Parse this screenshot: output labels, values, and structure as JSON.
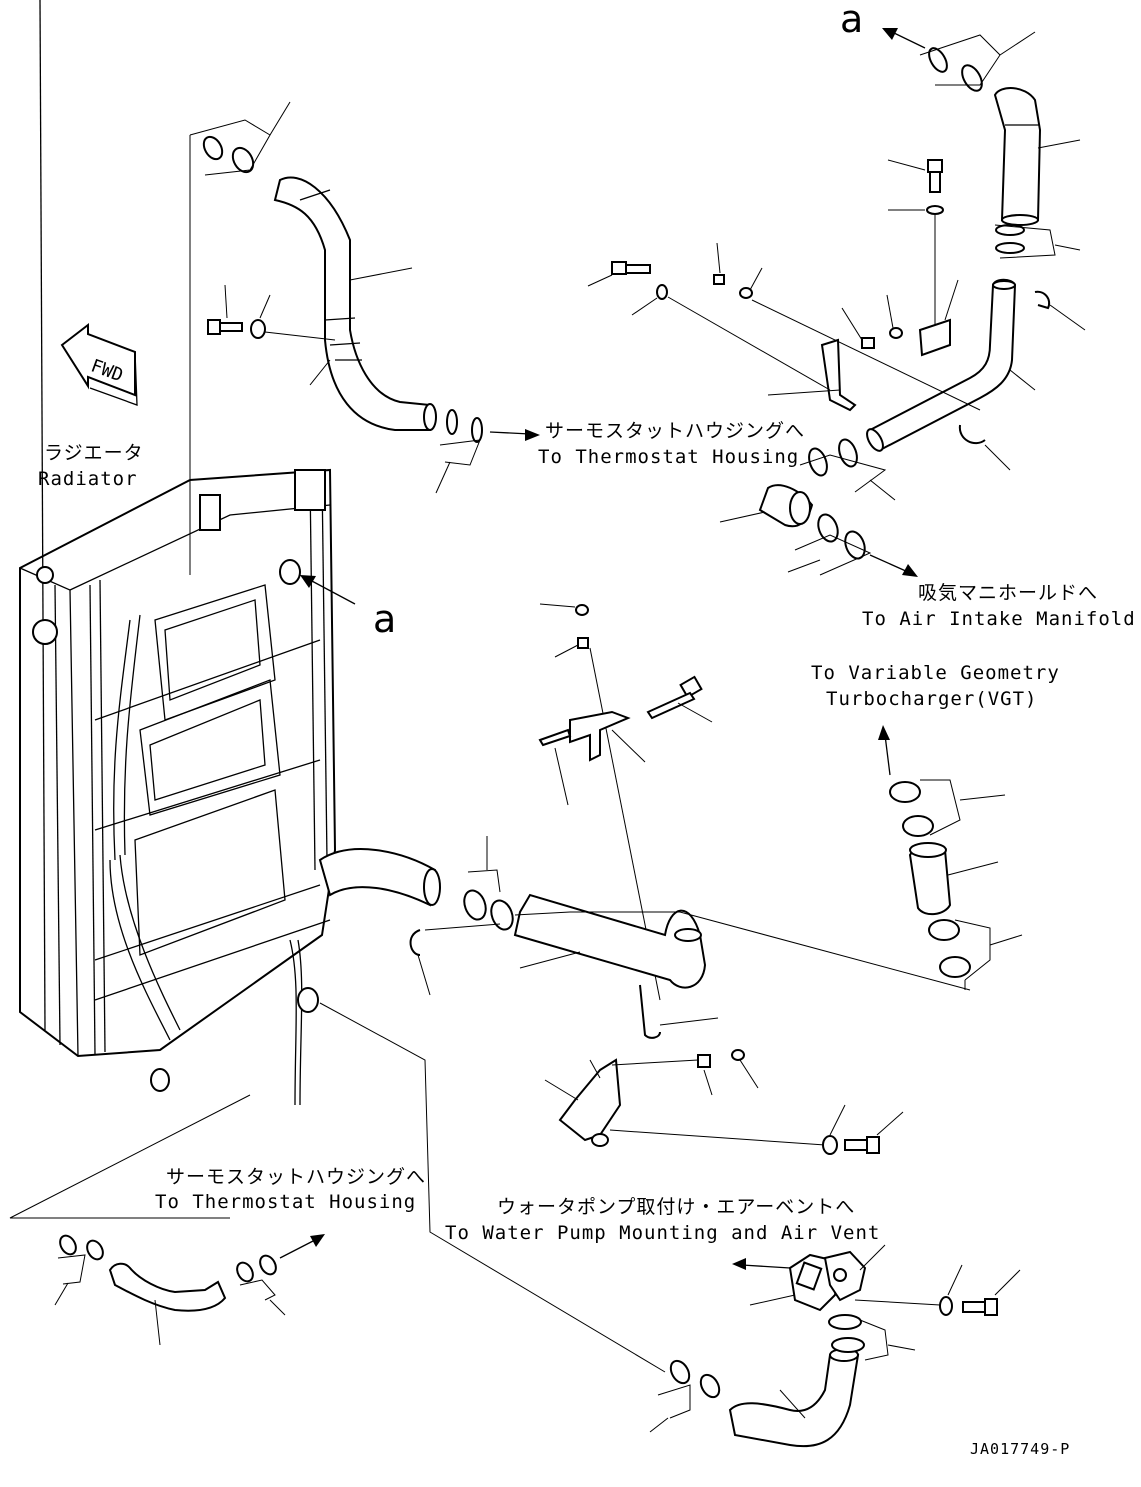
{
  "labels": {
    "a_top": "a",
    "a_mid": "a",
    "radiator_jp": "ラジエータ",
    "radiator_en": "Radiator",
    "fwd": "FWD",
    "thermo_top_jp": "サーモスタットハウジングへ",
    "thermo_top_en": "To Thermostat Housing",
    "intake_jp": "吸気マニホールドへ",
    "intake_en": "To Air Intake Manifold",
    "vgt_line1": "To Variable Geometry",
    "vgt_line2": "Turbocharger(VGT)",
    "thermo_bottom_jp": "サーモスタットハウジングへ",
    "thermo_bottom_en": "To Thermostat Housing",
    "pump_jp": "ウォータポンプ取付け・エアーベントへ",
    "pump_en": "To Water Pump Mounting and Air Vent",
    "drawing_code": "JA017749-P"
  }
}
